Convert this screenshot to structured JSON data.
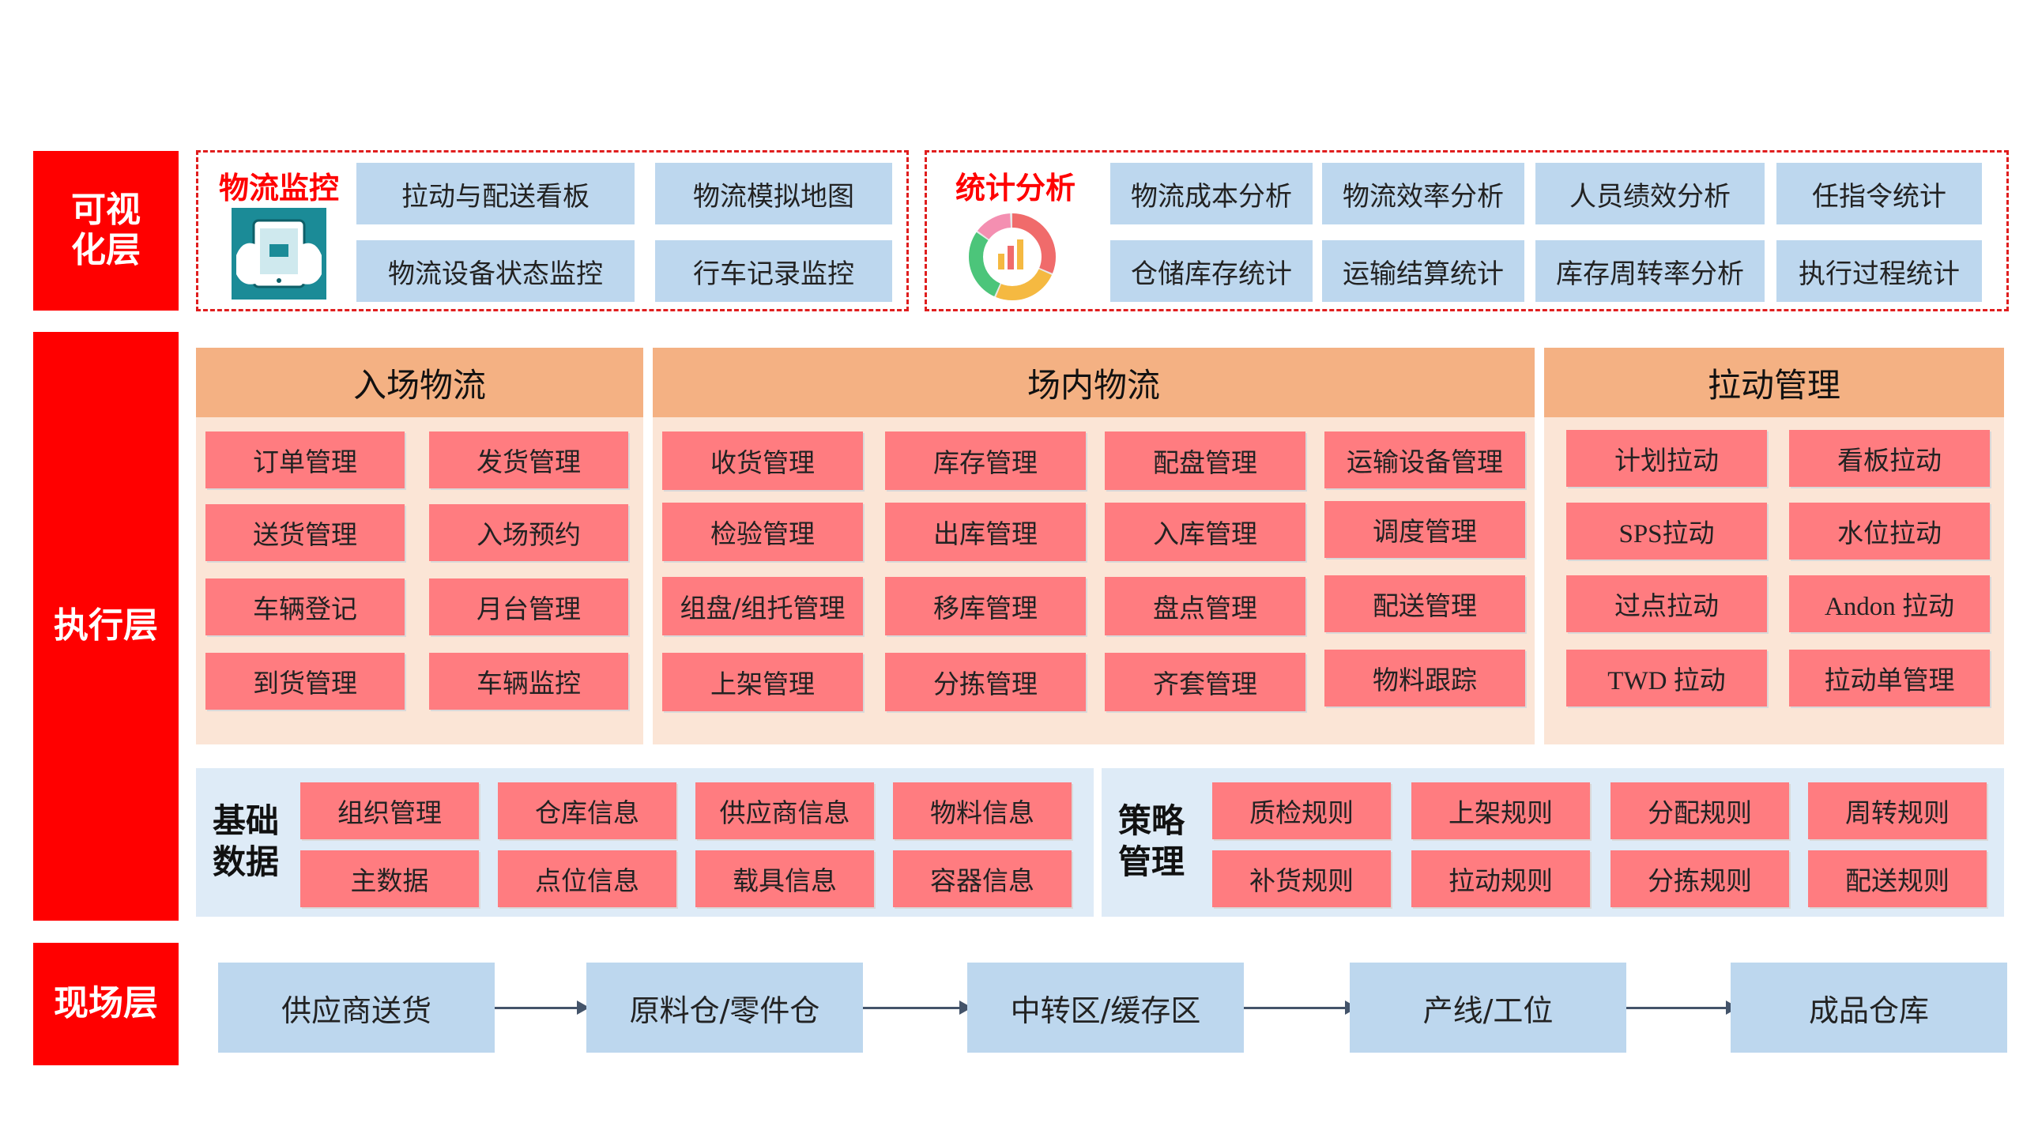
{
  "layers": {
    "visual": "可视\n化层",
    "exec": "执行层",
    "field": "现场层"
  },
  "visual": {
    "monitor": {
      "title": "物流监控",
      "icon": "tablet-hands-icon",
      "items": [
        "拉动与配送看板",
        "物流模拟地图",
        "物流设备状态监控",
        "行车记录监控"
      ]
    },
    "stats": {
      "title": "统计分析",
      "icon": "donut-chart-icon",
      "items": [
        "物流成本分析",
        "物流效率分析",
        "人员绩效分析",
        "任指令统计",
        "仓储库存统计",
        "运输结算统计",
        "库存周转率分析",
        "执行过程统计"
      ]
    }
  },
  "exec": {
    "inbound": {
      "title": "入场物流",
      "items": [
        "订单管理",
        "发货管理",
        "送货管理",
        "入场预约",
        "车辆登记",
        "月台管理",
        "到货管理",
        "车辆监控"
      ]
    },
    "internal": {
      "title": "场内物流",
      "items": [
        "收货管理",
        "库存管理",
        "配盘管理",
        "运输设备管理",
        "检验管理",
        "出库管理",
        "入库管理",
        "调度管理",
        "组盘/组托管理",
        "移库管理",
        "盘点管理",
        "配送管理",
        "上架管理",
        "分拣管理",
        "齐套管理",
        "物料跟踪"
      ]
    },
    "pull": {
      "title": "拉动管理",
      "items": [
        "计划拉动",
        "看板拉动",
        "SPS拉动",
        "水位拉动",
        "过点拉动",
        "Andon 拉动",
        "TWD 拉动",
        "拉动单管理"
      ]
    },
    "basic": {
      "title": "基础\n数据",
      "items": [
        "组织管理",
        "仓库信息",
        "供应商信息",
        "物料信息",
        "主数据",
        "点位信息",
        "载具信息",
        "容器信息"
      ]
    },
    "strategy": {
      "title": "策略\n管理",
      "items": [
        "质检规则",
        "上架规则",
        "分配规则",
        "周转规则",
        "补货规则",
        "拉动规则",
        "分拣规则",
        "配送规则"
      ]
    }
  },
  "field": {
    "flow": [
      "供应商送货",
      "原料仓/零件仓",
      "中转区/缓存区",
      "产线/工位",
      "成品仓库"
    ]
  },
  "colors": {
    "layer_red": "#ff0000",
    "blue_box": "#bdd7ee",
    "red_box": "#ff7c80",
    "orange_head": "#f4b183",
    "panel_peach": "#fbe5d6",
    "panel_blue": "#deebf7"
  }
}
